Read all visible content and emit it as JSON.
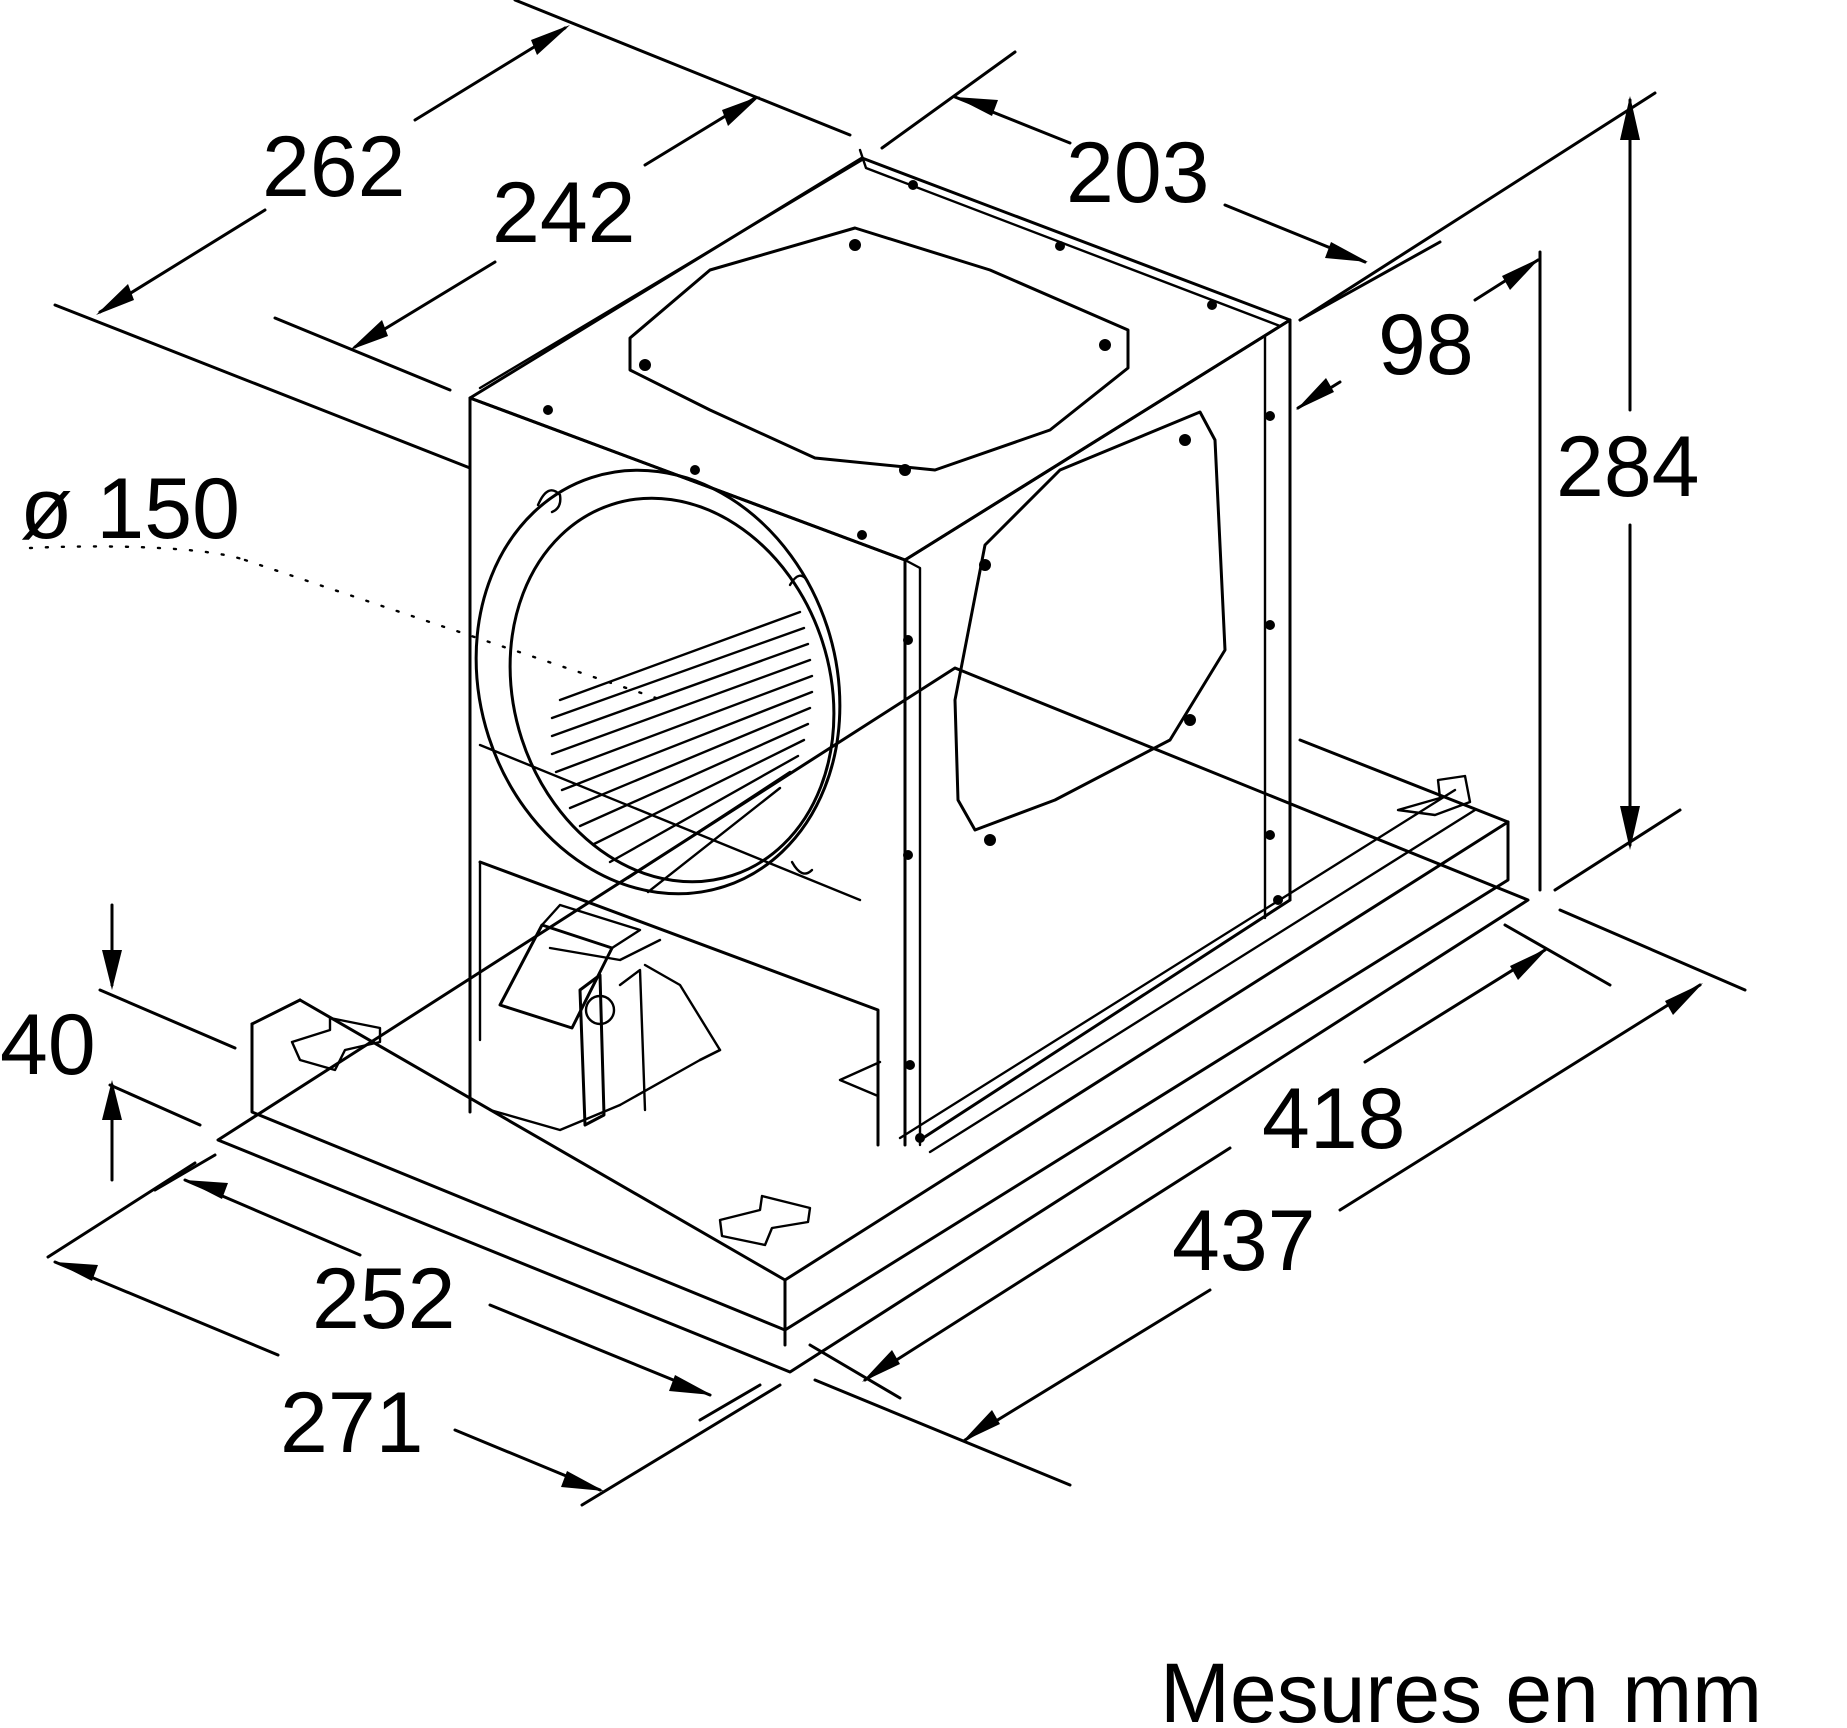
{
  "labels": {
    "dim_262": "262",
    "dim_242": "242",
    "dim_203": "203",
    "dim_98": "98",
    "dim_284": "284",
    "dim_150": "ø 150",
    "dim_40": "40",
    "dim_252": "252",
    "dim_271": "271",
    "dim_418": "418",
    "dim_437": "437"
  },
  "caption": "Mesures en mm"
}
